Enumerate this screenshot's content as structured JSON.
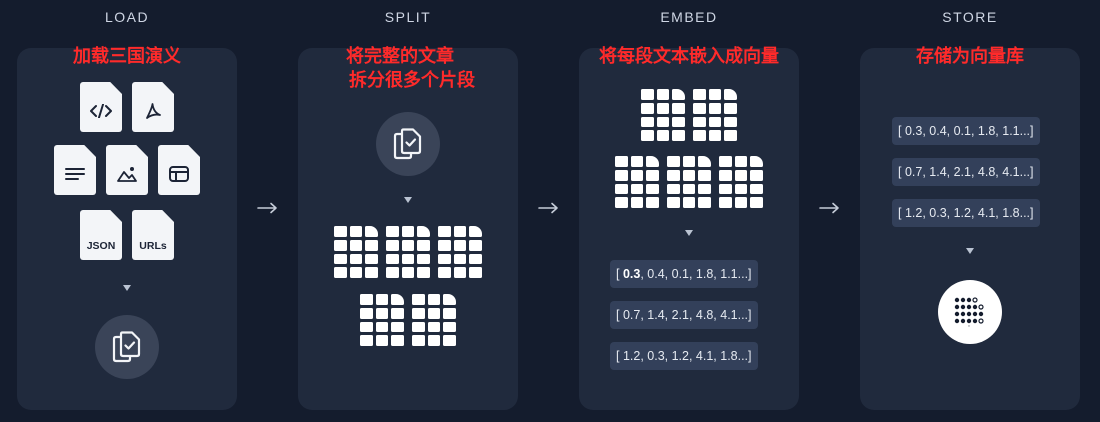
{
  "stages": [
    {
      "title": "LOAD",
      "caption": "加载三国演义"
    },
    {
      "title": "SPLIT",
      "caption_line1": "将完整的文章",
      "caption_line2": "拆分很多个片段"
    },
    {
      "title": "EMBED",
      "caption": "将每段文本嵌入成向量"
    },
    {
      "title": "STORE",
      "caption": "存储为向量库"
    }
  ],
  "load": {
    "file_icons": [
      "code-file-icon",
      "pdf-file-icon",
      "text-file-icon",
      "image-file-icon",
      "table-file-icon",
      "json-file-icon",
      "urls-file-icon"
    ],
    "json_label": "JSON",
    "urls_label": "URLs"
  },
  "embed": {
    "vectors": [
      {
        "bold": "0.3",
        "rest": ", 0.4, 0.1, 1.8, 1.1...]"
      },
      {
        "text": "[ 0.7, 1.4, 2.1, 4.8, 4.1...]"
      },
      {
        "text": "[ 1.2, 0.3, 1.2, 4.1, 1.8...]"
      }
    ]
  },
  "store": {
    "vectors": [
      "[ 0.3, 0.4, 0.1, 1.8, 1.1...]",
      "[ 0.7, 1.4, 2.1, 4.8, 4.1...]",
      "[ 1.2, 0.3, 1.2, 4.1, 1.8...]"
    ],
    "db_icon": "vector-store-icon"
  },
  "colors": {
    "background": "#141c2d",
    "panel": "#202a3d",
    "caption": "#ff2a2a",
    "vector_pill": "#33405a"
  }
}
